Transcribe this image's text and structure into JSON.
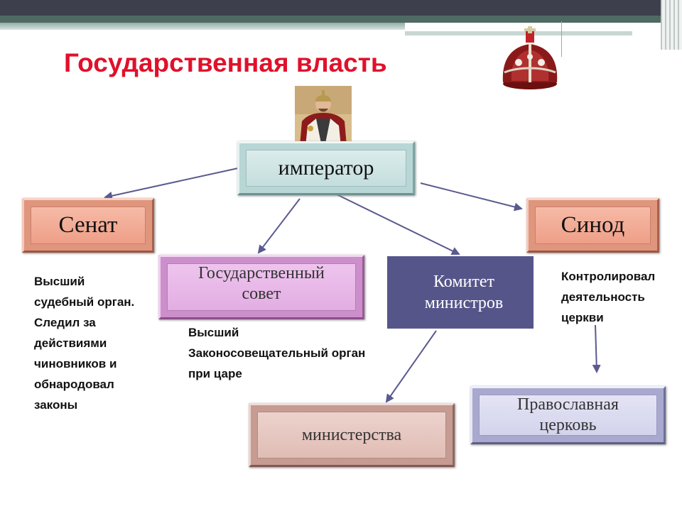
{
  "header": {
    "title": "Государственная власть"
  },
  "nodes": {
    "emperor": "император",
    "senate": "Сенат",
    "synod": "Синод",
    "state_council": "Государственный совет",
    "committee": "Комитет министров",
    "ministries": "министерства",
    "church": "Православная церковь"
  },
  "notes": {
    "senate": "Высший судебный орган. Следил за действиями чиновников и обнародовал законы",
    "council": "Высший Законосовещательный орган при царе",
    "synod": "Контролировал деятельность церкви"
  },
  "colors": {
    "title": "#e0112b",
    "emperor": "#cfe3e2",
    "senate": "#f3b29e",
    "synod": "#f3b29e",
    "council": "#e8b6e8",
    "committee": "#56558a",
    "ministries": "#e7c7bf",
    "church": "#dcdcf2",
    "arrow": "#5a5a8f"
  },
  "icons": {
    "crown": "crown-icon",
    "portrait": "emperor-portrait"
  }
}
